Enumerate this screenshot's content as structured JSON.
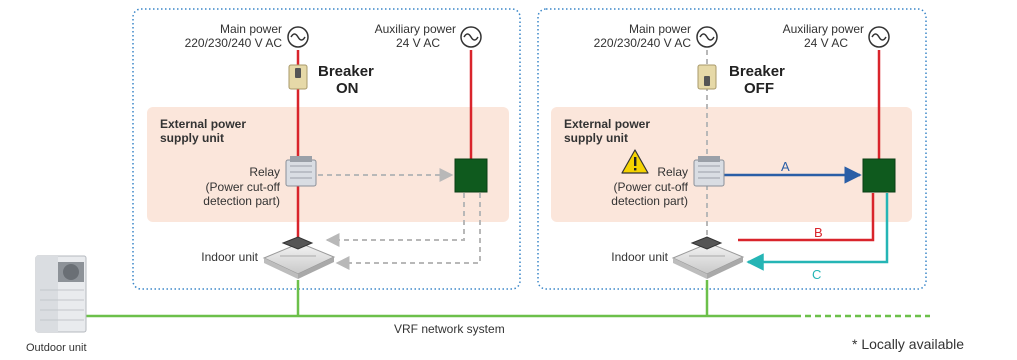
{
  "colors": {
    "main_line": "#d9242b",
    "grey_dashed": "#b8b8b8",
    "blue": "#2a5ea6",
    "teal": "#25b5b5",
    "network": "#6cc04a",
    "panel_bg": "#fbe6db",
    "dotted_border": "#3a86c8",
    "module_green": "#0f5a1e"
  },
  "left_panel": {
    "main_power_label": "Main power",
    "main_power_voltage": "220/230/240 V AC",
    "aux_power_label": "Auxiliary power",
    "aux_power_voltage": "24 V AC",
    "breaker_label": "Breaker",
    "breaker_state": "ON",
    "eps_line1": "External power",
    "eps_line2": "supply unit",
    "relay_label": "Relay",
    "relay_sub1": "(Power cut-off",
    "relay_sub2": "detection part)",
    "indoor_label": "Indoor unit"
  },
  "right_panel": {
    "main_power_label": "Main power",
    "main_power_voltage": "220/230/240 V AC",
    "aux_power_label": "Auxiliary power",
    "aux_power_voltage": "24 V AC",
    "breaker_label": "Breaker",
    "breaker_state": "OFF",
    "eps_line1": "External power",
    "eps_line2": "supply unit",
    "relay_label": "Relay",
    "relay_sub1": "(Power cut-off",
    "relay_sub2": "detection part)",
    "indoor_label": "Indoor unit",
    "signal_a": "A",
    "signal_b": "B",
    "signal_c": "C"
  },
  "outdoor_label": "Outdoor unit",
  "network_label": "VRF network system",
  "footnote": "* Locally available",
  "icons": [
    "ac-source-icon",
    "breaker-switch-icon",
    "relay-icon",
    "warning-icon",
    "cassette-indoor-unit-icon",
    "outdoor-unit-icon",
    "module-box-icon"
  ]
}
